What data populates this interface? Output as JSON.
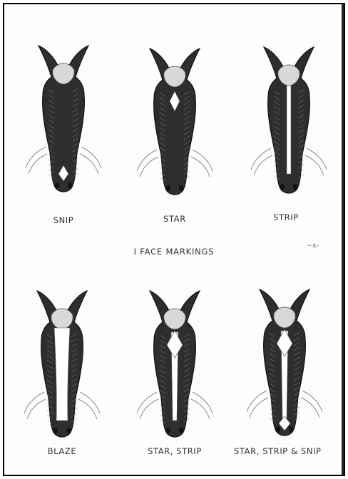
{
  "caption": "I FACE MARKINGS",
  "scan_mark": "~.s.-",
  "figures": [
    {
      "label": "SNIP",
      "marking": "snip",
      "icon": "horse-head-snip"
    },
    {
      "label": "STAR",
      "marking": "star",
      "icon": "horse-head-star"
    },
    {
      "label": "STRIP",
      "marking": "strip",
      "icon": "horse-head-strip"
    },
    {
      "label": "BLAZE",
      "marking": "blaze",
      "icon": "horse-head-blaze"
    },
    {
      "label": "STAR, STRIP",
      "marking": "star-strip",
      "icon": "horse-head-star-strip"
    },
    {
      "label": "STAR, STRIP & SNIP",
      "marking": "star-strip-snip",
      "icon": "horse-head-star-strip-snip"
    }
  ]
}
